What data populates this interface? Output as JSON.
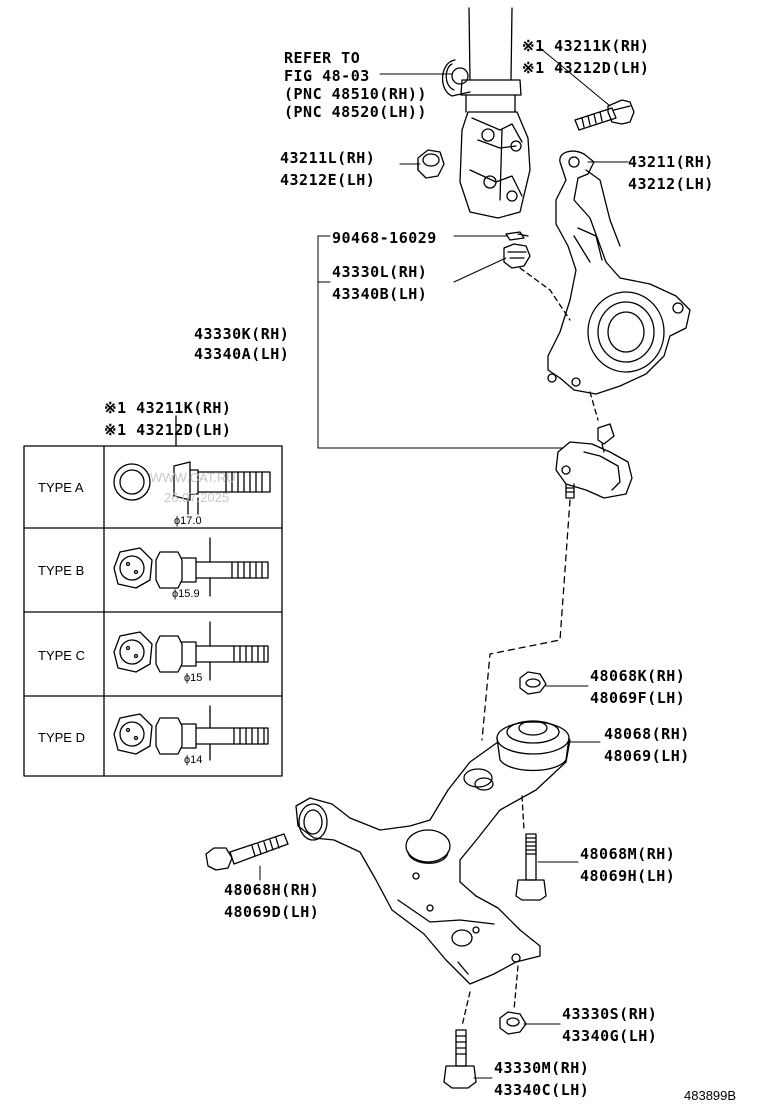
{
  "refer": {
    "line1": "REFER TO",
    "line2": "FIG 48-03",
    "line3": "(PNC 48510(RH))",
    "line4": "(PNC 48520(LH))"
  },
  "parts": {
    "p43211K_top": "※1 43211K(RH)",
    "p43212D_top": "※1 43212D(LH)",
    "p43211L": "43211L(RH)",
    "p43212E": "43212E(LH)",
    "p43211": "43211(RH)",
    "p43212": "43212(LH)",
    "p90468": "90468-16029",
    "p43330L": "43330L(RH)",
    "p43340B": "43340B(LH)",
    "p43330K": "43330K(RH)",
    "p43340A": "43340A(LH)",
    "p43211K_tbl": "※1 43211K(RH)",
    "p43212D_tbl": "※1 43212D(LH)",
    "p48068K": "48068K(RH)",
    "p48069F": "48069F(LH)",
    "p48068": "48068(RH)",
    "p48069": "48069(LH)",
    "p48068M": "48068M(RH)",
    "p48069H": "48069H(LH)",
    "p48068H": "48068H(RH)",
    "p48069D": "48069D(LH)",
    "p43330S": "43330S(RH)",
    "p43340G": "43340G(LH)",
    "p43330M": "43330M(RH)",
    "p43340C": "43340C(LH)"
  },
  "bolt_types": [
    {
      "type": "TYPE A",
      "diameter": "ϕ17.0"
    },
    {
      "type": "TYPE B",
      "diameter": "ϕ15.9"
    },
    {
      "type": "TYPE C",
      "diameter": "ϕ15"
    },
    {
      "type": "TYPE D",
      "diameter": "ϕ14"
    }
  ],
  "watermark": {
    "line1": "WWW.CAT.RU",
    "line2": "26.07.2025"
  },
  "diagram_code": "483899B"
}
